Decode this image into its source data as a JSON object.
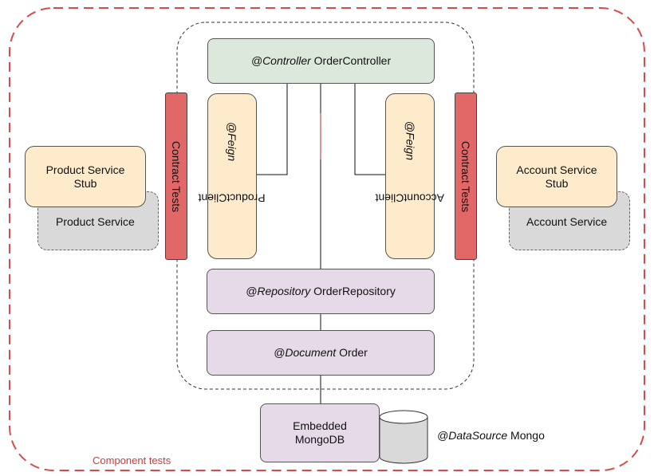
{
  "diagram": {
    "controller": {
      "annotation": "@Controller",
      "name": "OrderController"
    },
    "feign_product": {
      "annotation": "@Feign",
      "name": "ProductClient"
    },
    "feign_account": {
      "annotation": "@Feign",
      "name": "AccountClient"
    },
    "contract_left": "Contract Tests",
    "contract_right": "Contract Tests",
    "product_stub": "Product Service Stub",
    "product_service": "Product Service",
    "account_stub": "Account Service Stub",
    "account_service": "Account Service",
    "repository": {
      "annotation": "@Repository",
      "name": "OrderRepository"
    },
    "document": {
      "annotation": "@Document",
      "name": "Order"
    },
    "mongodb": "Embedded MongoDB",
    "datasource": {
      "annotation": "@DataSource",
      "name": "Mongo"
    },
    "component_tests": "Component tests"
  },
  "colors": {
    "component_border": "#d94a4a",
    "contract": "#e26767",
    "controller_fill": "#dde8dc",
    "feign_fill": "#fdebcc",
    "repository_fill": "#e6d9e8",
    "external_fill": "#d9d9d9"
  }
}
